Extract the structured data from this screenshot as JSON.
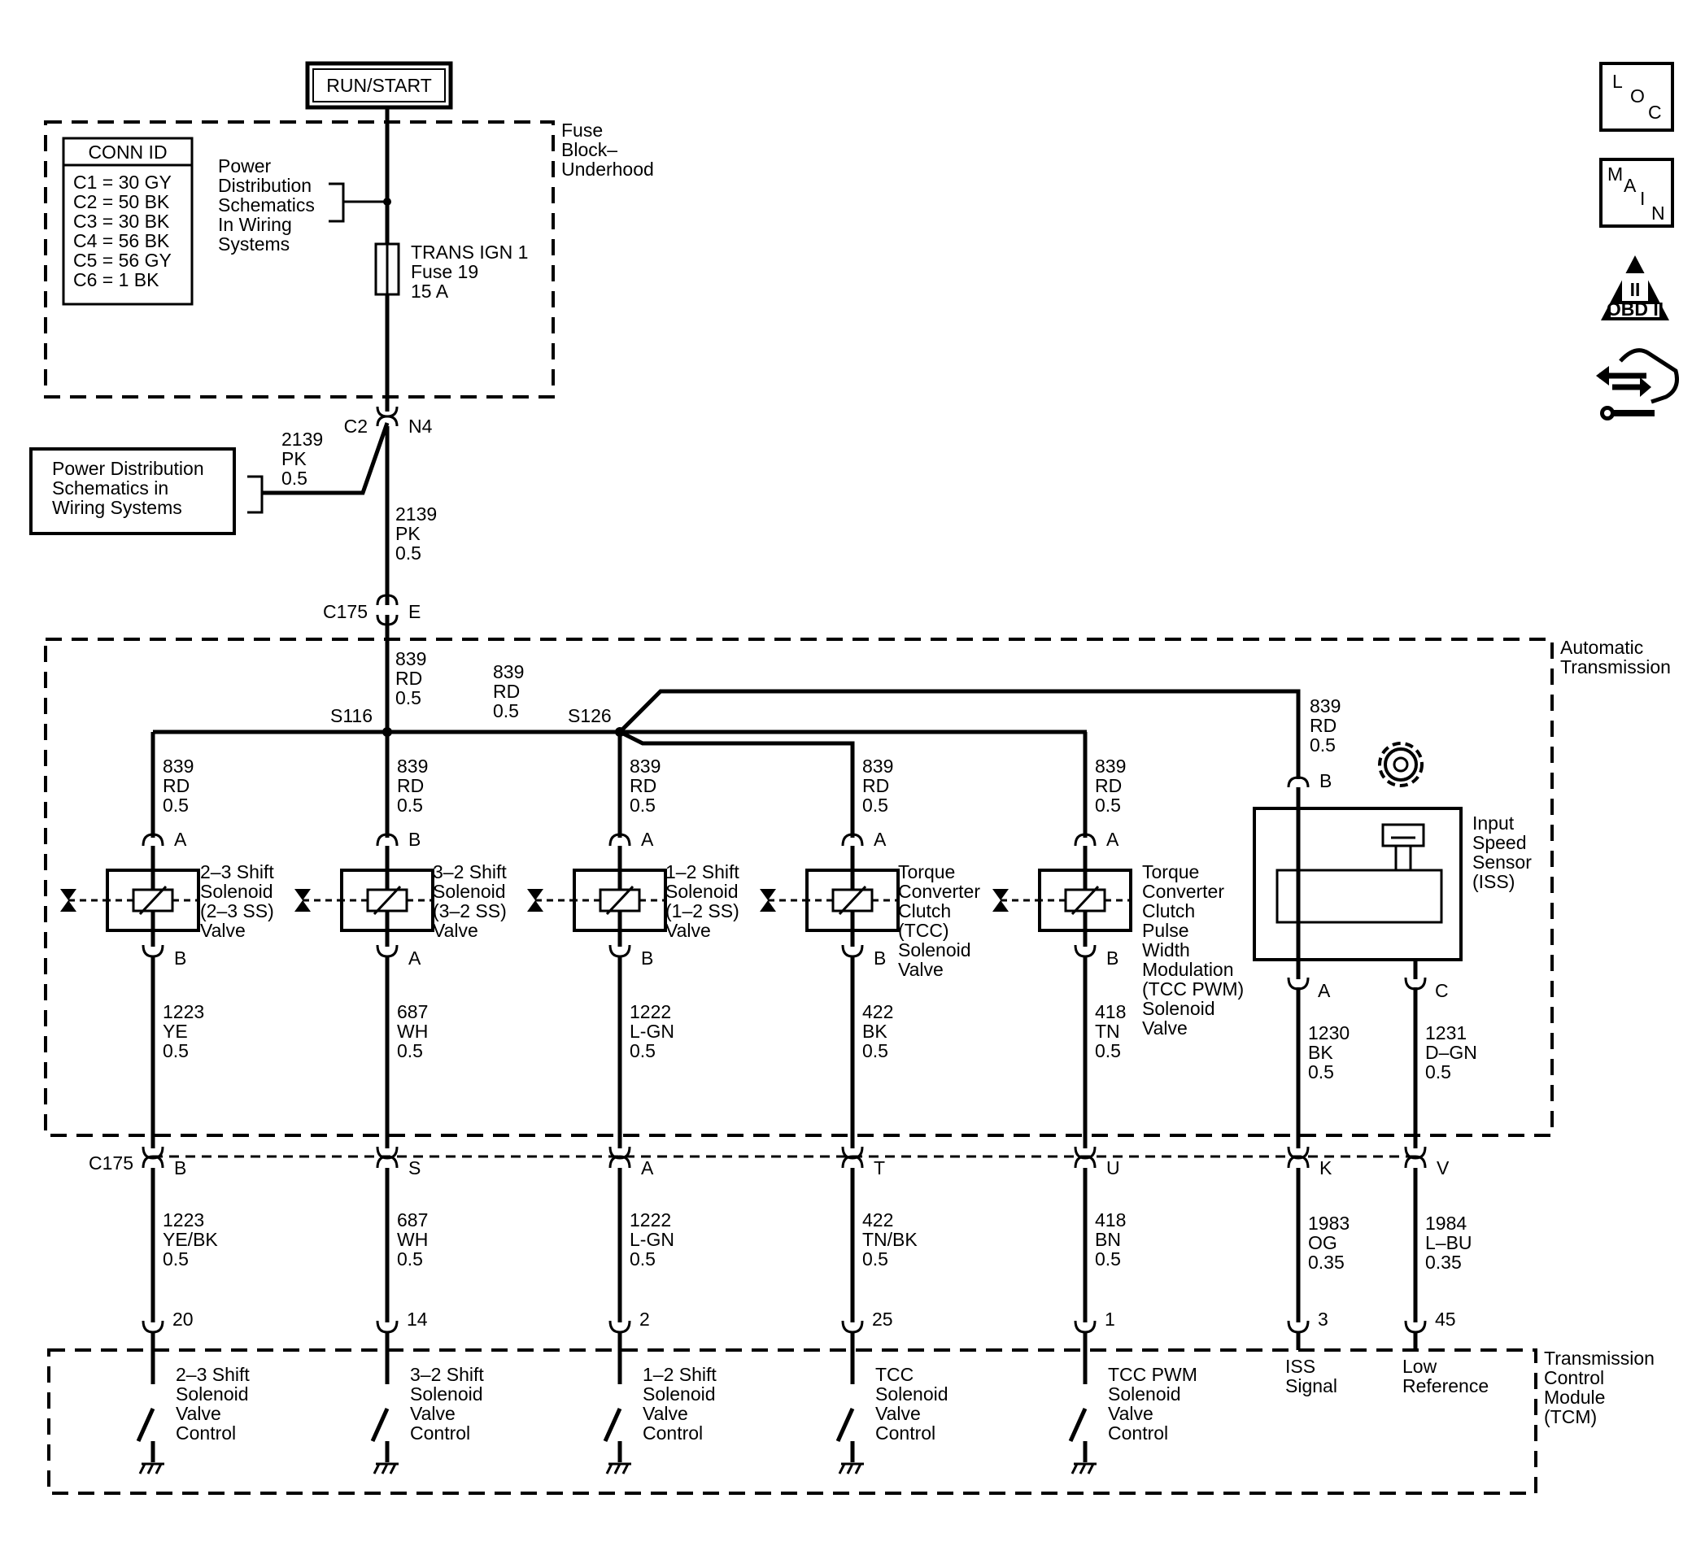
{
  "source": {
    "label": "RUN/START"
  },
  "fuse_block": {
    "label": [
      "Fuse",
      "Block–",
      "Underhood"
    ],
    "conn_id_title": "CONN ID",
    "conn_ids": [
      "C1 = 30 GY",
      "C2 = 50 BK",
      "C3 = 30 BK",
      "C4 = 56 BK",
      "C5 = 56 GY",
      "C6 =  1 BK"
    ],
    "power_dist_note": [
      "Power",
      "Distribution",
      "Schematics",
      "In Wiring",
      "Systems"
    ],
    "fuse_label": [
      "TRANS IGN 1",
      "Fuse 19",
      "15 A"
    ]
  },
  "connector_c2": {
    "name": "C2",
    "pin": "N4"
  },
  "power_dist_box": [
    "Power Distribution",
    "Schematics in",
    "Wiring Systems"
  ],
  "wire_2139_branch": [
    "2139",
    "PK",
    "0.5"
  ],
  "wire_2139_main": [
    "2139",
    "PK",
    "0.5"
  ],
  "connector_c175_top": {
    "name": "C175",
    "pin": "E"
  },
  "transmission": {
    "label": [
      "Automatic",
      "Transmission"
    ],
    "feed_wire": [
      "839",
      "RD",
      "0.5"
    ],
    "mid_wire": [
      "839",
      "RD",
      "0.5"
    ],
    "splice_s116": "S116",
    "splice_s126": "S126",
    "iss_feed_wire": [
      "839",
      "RD",
      "0.5"
    ],
    "iss_feed_pin": "B"
  },
  "solenoids": [
    {
      "in_wire": [
        "839",
        "RD",
        "0.5"
      ],
      "top_pin": "A",
      "bottom_pin": "B",
      "label": [
        "2–3 Shift",
        "Solenoid",
        "(2–3 SS)",
        "Valve"
      ],
      "out_wire": [
        "1223",
        "YE",
        "0.5"
      ],
      "c175_pin": "B",
      "tcm_wire": [
        "1223",
        "YE/BK",
        "0.5"
      ],
      "tcm_pin": "20",
      "tcm_label": [
        "2–3 Shift",
        "Solenoid",
        "Valve",
        "Control"
      ]
    },
    {
      "in_wire": [
        "839",
        "RD",
        "0.5"
      ],
      "top_pin": "B",
      "bottom_pin": "A",
      "label": [
        "3–2 Shift",
        "Solenoid",
        "(3–2 SS)",
        "Valve"
      ],
      "out_wire": [
        "687",
        "WH",
        "0.5"
      ],
      "c175_pin": "S",
      "tcm_wire": [
        "687",
        "WH",
        "0.5"
      ],
      "tcm_pin": "14",
      "tcm_label": [
        "3–2 Shift",
        "Solenoid",
        "Valve",
        "Control"
      ]
    },
    {
      "in_wire": [
        "839",
        "RD",
        "0.5"
      ],
      "top_pin": "A",
      "bottom_pin": "B",
      "label": [
        "1–2 Shift",
        "Solenoid",
        "(1–2 SS)",
        "Valve"
      ],
      "out_wire": [
        "1222",
        "L-GN",
        "0.5"
      ],
      "c175_pin": "A",
      "tcm_wire": [
        "1222",
        "L-GN",
        "0.5"
      ],
      "tcm_pin": "2",
      "tcm_label": [
        "1–2 Shift",
        "Solenoid",
        "Valve",
        "Control"
      ]
    },
    {
      "in_wire": [
        "839",
        "RD",
        "0.5"
      ],
      "top_pin": "A",
      "bottom_pin": "B",
      "label": [
        "Torque",
        "Converter",
        "Clutch",
        "(TCC)",
        "Solenoid",
        "Valve"
      ],
      "out_wire": [
        "422",
        "BK",
        "0.5"
      ],
      "c175_pin": "T",
      "tcm_wire": [
        "422",
        "TN/BK",
        "0.5"
      ],
      "tcm_pin": "25",
      "tcm_label": [
        "TCC",
        "Solenoid",
        "Valve",
        "Control"
      ]
    },
    {
      "in_wire": [
        "839",
        "RD",
        "0.5"
      ],
      "top_pin": "A",
      "bottom_pin": "B",
      "label": [
        "Torque",
        "Converter",
        "Clutch",
        "Pulse",
        "Width",
        "Modulation",
        "(TCC PWM)",
        "Solenoid",
        "Valve"
      ],
      "out_wire": [
        "418",
        "TN",
        "0.5"
      ],
      "c175_pin": "U",
      "tcm_wire": [
        "418",
        "BN",
        "0.5"
      ],
      "tcm_pin": "1",
      "tcm_label": [
        "TCC PWM",
        "Solenoid",
        "Valve",
        "Control"
      ]
    }
  ],
  "iss": {
    "label": [
      "Input",
      "Speed",
      "Sensor",
      "(ISS)"
    ],
    "pins": [
      {
        "pin": "A",
        "out_wire": [
          "1230",
          "BK",
          "0.5"
        ],
        "c175_pin": "K",
        "tcm_wire": [
          "1983",
          "OG",
          "0.35"
        ],
        "tcm_pin": "3",
        "tcm_label": [
          "ISS",
          "Signal"
        ]
      },
      {
        "pin": "C",
        "out_wire": [
          "1231",
          "D–GN",
          "0.5"
        ],
        "c175_pin": "V",
        "tcm_wire": [
          "1984",
          "L–BU",
          "0.35"
        ],
        "tcm_pin": "45",
        "tcm_label": [
          "Low",
          "Reference"
        ]
      }
    ]
  },
  "connector_c175_bottom": {
    "name": "C175"
  },
  "tcm": {
    "label": [
      "Transmission",
      "Control",
      "Module",
      "(TCM)"
    ]
  },
  "side_icons": {
    "loc": [
      "L",
      "O",
      "C"
    ],
    "main": [
      "M",
      "A",
      "I",
      "N"
    ],
    "obd": [
      "II",
      "OBD II"
    ],
    "icons": [
      "loc-icon",
      "main-icon",
      "obd-ii-icon",
      "connector-handshake-icon"
    ]
  }
}
